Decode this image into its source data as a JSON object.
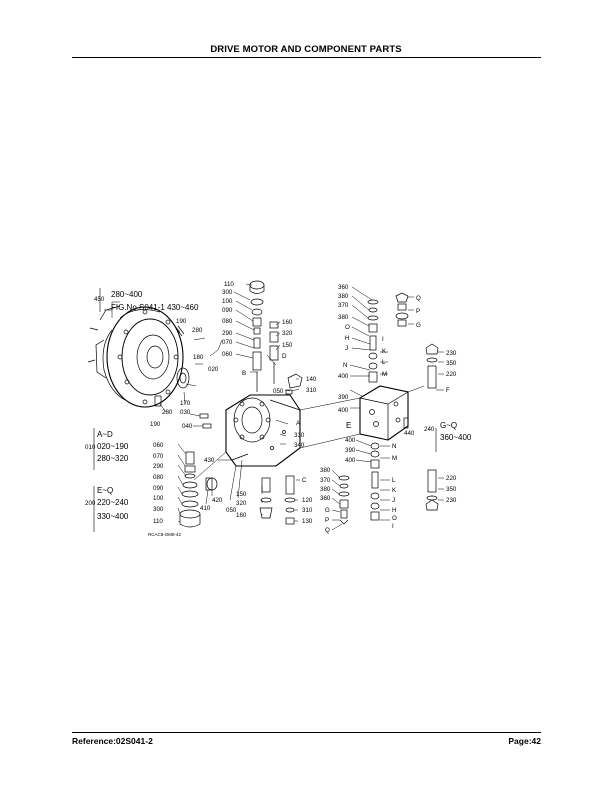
{
  "header": {
    "title": "DRIVE MOTOR AND COMPONENT PARTS"
  },
  "footer": {
    "reference": "Reference:02S041-2",
    "page": "Page:42"
  },
  "diagram": {
    "code": "RCAC8-OM8-42",
    "groups": {
      "g450": {
        "label": "450",
        "line1": "280~400",
        "line2": "FIG.No.S041-1  430~460"
      },
      "gAD": {
        "header": "A~D",
        "label": "010",
        "line1": "020~190",
        "line2": "280~320"
      },
      "gEQ": {
        "header": "E~Q",
        "label": "200",
        "line1": "220~240",
        "line2": "330~400"
      },
      "gGQ": {
        "label": "240",
        "line1": "G~Q",
        "line2": "360~400"
      }
    },
    "callouts": [
      "110",
      "300",
      "100",
      "090",
      "080",
      "290",
      "070",
      "060",
      "160",
      "320",
      "150",
      "190",
      "280",
      "180",
      "020",
      "170",
      "280",
      "190",
      "030",
      "040",
      "140",
      "310",
      "050",
      "330",
      "340",
      "A",
      "B",
      "D",
      "060",
      "070",
      "290",
      "080",
      "090",
      "100",
      "300",
      "110",
      "430",
      "420",
      "410",
      "050",
      "150",
      "320",
      "160",
      "C",
      "120",
      "310",
      "130",
      "360",
      "380",
      "370",
      "380",
      "O",
      "H",
      "J",
      "K",
      "I",
      "N",
      "M",
      "L",
      "400",
      "390",
      "400",
      "E",
      "Q",
      "P",
      "G",
      "230",
      "350",
      "220",
      "F",
      "440",
      "400",
      "390",
      "400",
      "N",
      "M",
      "380",
      "370",
      "380",
      "360",
      "G",
      "P",
      "Q",
      "L",
      "K",
      "J",
      "H",
      "O",
      "I",
      "220",
      "350",
      "230"
    ]
  }
}
